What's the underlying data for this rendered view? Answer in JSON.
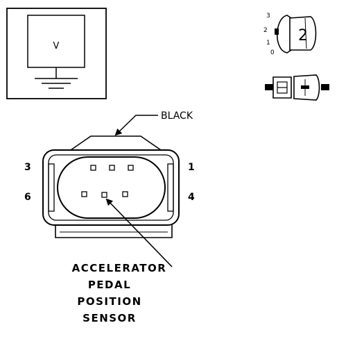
{
  "meter_symbol": {
    "label": "V"
  },
  "gauge_icon": {
    "numbers": [
      "3",
      "2",
      "1",
      "0"
    ],
    "badge": "2"
  },
  "wire_color_label": "BLACK",
  "pin_labels": {
    "top_left": "3",
    "top_right": "1",
    "bottom_left": "6",
    "bottom_right": "4"
  },
  "caption_lines": [
    "ACCELERATOR",
    "PEDAL",
    "POSITION",
    "SENSOR"
  ]
}
